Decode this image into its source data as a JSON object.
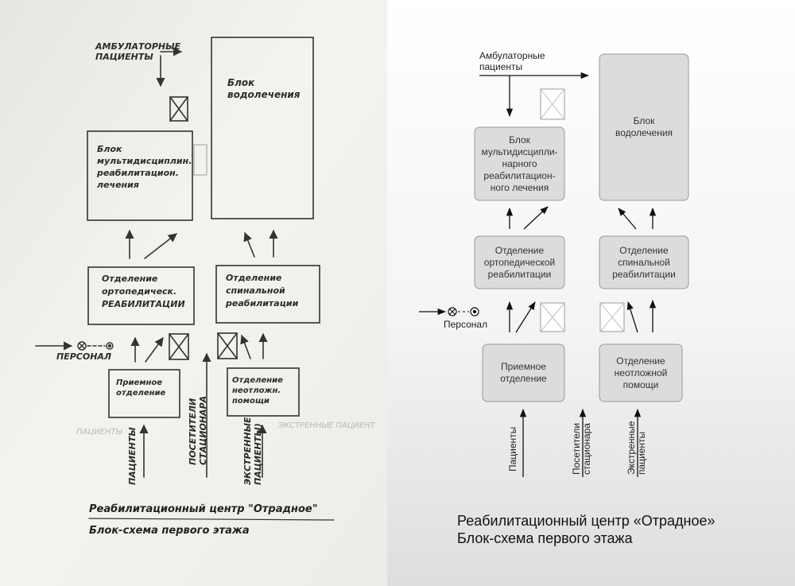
{
  "colors": {
    "box_fill": "#dcdcdc",
    "box_stroke": "#9a9a9a",
    "line": "#111111",
    "paper": "#f1f1ee",
    "pencil": "#333333"
  },
  "clean": {
    "outpatients": "Амбулаторные\nпациенты",
    "hydro_block": "Блок\nводолечения",
    "multi_block": "Блок\nмультидисципли-\nнарного\nреабилитацион-\nного лечения",
    "ortho_dept": "Отделение\nортопедической\nреабилитации",
    "spinal_dept": "Отделение\nспинальной\nреабилитации",
    "reception": "Приемное\nотделение",
    "emergency": "Отделение\nнеотложной\nпомощи",
    "staff": "Персонал",
    "patients": "Пациенты",
    "visitors": "Посетители\nстационара",
    "emergency_patients": "Экстренные\nпациенты",
    "caption_line1": "Реабилитационный центр «Отрадное»",
    "caption_line2": "Блок-схема первого этажа"
  },
  "sketch": {
    "outpatients": "АМБУЛАТОРНЫЕ\nПАЦИЕНТЫ",
    "hydro_block": "Блок\nводолечения",
    "multi_block": "Блок\nмультидисциплин.\nреабилитацион.\nлечения",
    "ortho_dept": "Отделение\nортопедическ.\nРЕАБИЛИТАЦИИ",
    "spinal_dept": "Отделение\nспинальной\nреабилитации",
    "staff": "ПЕРСОНАЛ",
    "reception": "Приемное\nотделение",
    "emergency": "Отделение\nнеотложн.\nпомощи",
    "patients": "ПАЦИЕНТЫ",
    "visitors": "ПОСЕТИТЕЛИ\nСТАЦИОНАРА",
    "emergency_patients": "ЭКСТРЕННЫЕ\nПАЦИЕНТЫ)",
    "faint_patients": "ПАЦИЕНТЫ",
    "faint_emergency": "ЭКСТРЕННЫЕ ПАЦИЕНТ",
    "caption_line1": "Реабилитационный центр \"Отрадное\"",
    "caption_line2": "Блок-схема первого этажа"
  }
}
